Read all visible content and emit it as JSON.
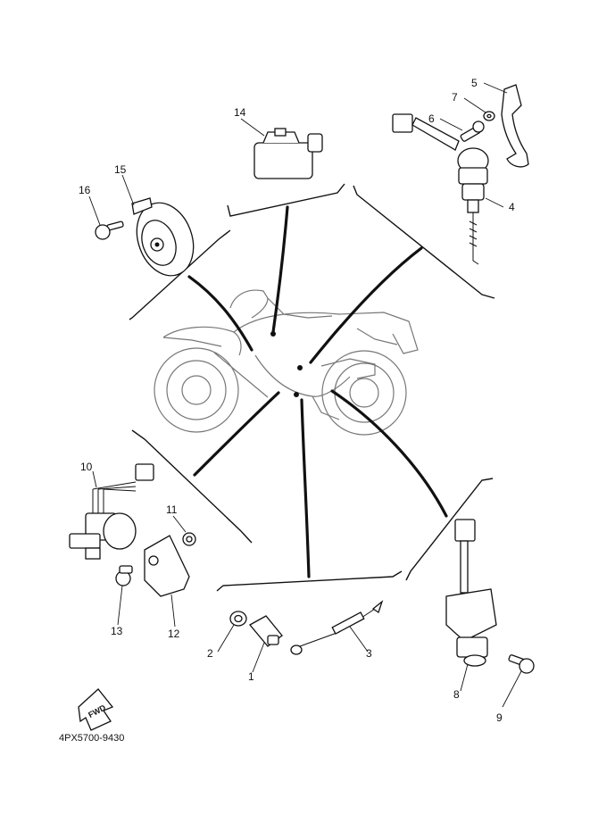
{
  "diagram": {
    "code": "4PX5700-9430",
    "fwd_label": "FWD",
    "parts": [
      {
        "id": "p1",
        "label": "1"
      },
      {
        "id": "p2",
        "label": "2"
      },
      {
        "id": "p3",
        "label": "3"
      },
      {
        "id": "p4",
        "label": "4"
      },
      {
        "id": "p5",
        "label": "5"
      },
      {
        "id": "p6",
        "label": "6"
      },
      {
        "id": "p7",
        "label": "7"
      },
      {
        "id": "p8",
        "label": "8"
      },
      {
        "id": "p9",
        "label": "9"
      },
      {
        "id": "p10",
        "label": "10"
      },
      {
        "id": "p11",
        "label": "11"
      },
      {
        "id": "p12",
        "label": "12"
      },
      {
        "id": "p13",
        "label": "13"
      },
      {
        "id": "p14",
        "label": "14"
      },
      {
        "id": "p15",
        "label": "15"
      },
      {
        "id": "p16",
        "label": "16"
      }
    ]
  }
}
